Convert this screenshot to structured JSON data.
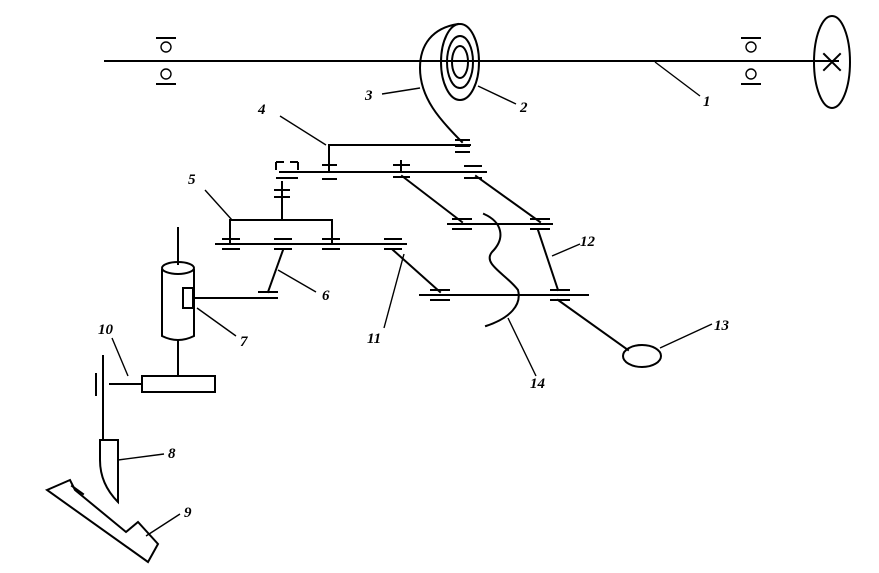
{
  "diagram": {
    "labels": {
      "l1": "1",
      "l2": "2",
      "l3": "3",
      "l4": "4",
      "l5": "5",
      "l6": "6",
      "l7": "7",
      "l8": "8",
      "l9": "9",
      "l10": "10",
      "l11": "11",
      "l12": "12",
      "l13": "13",
      "l14": "14"
    },
    "colors": {
      "ink": "#000000",
      "background": "#ffffff"
    }
  }
}
